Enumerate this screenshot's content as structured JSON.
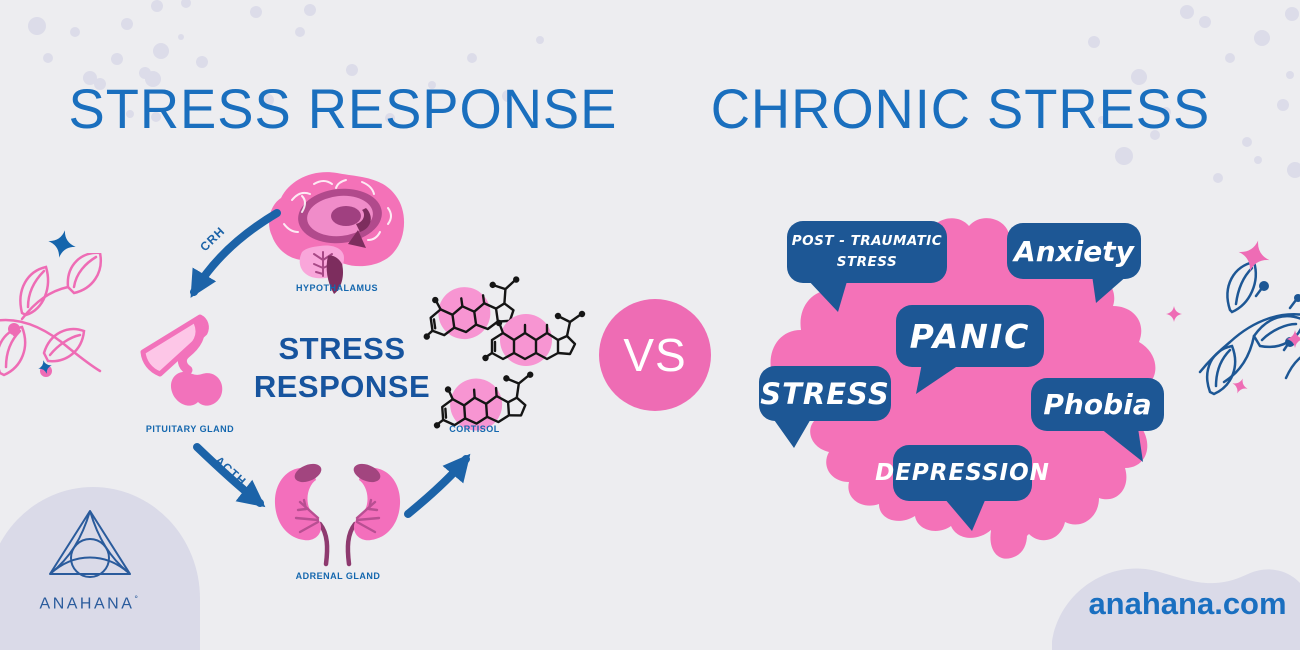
{
  "titles": {
    "left": "STRESS RESPONSE",
    "right": "CHRONIC STRESS"
  },
  "vs_badge": {
    "label": "VS"
  },
  "stress_response_diagram": {
    "center_title": {
      "line1": "STRESS",
      "line2": "RESPONSE"
    },
    "labels": {
      "hypothalamus": "HYPOTHALAMUS",
      "pituitary": "PITUITARY GLAND",
      "adrenal": "ADRENAL GLAND",
      "cortisol": "CORTISOL",
      "crh": "CRH",
      "acth": "ACTH"
    }
  },
  "chronic_stress": {
    "bubbles": [
      {
        "id": "post-traumatic-stress",
        "line1": "POST - TRAUMATIC",
        "line2": "STRESS"
      },
      {
        "id": "anxiety",
        "label": "Anxiety"
      },
      {
        "id": "panic",
        "label": "PANIC"
      },
      {
        "id": "stress",
        "label": "STRESS"
      },
      {
        "id": "phobia",
        "label": "Phobia"
      },
      {
        "id": "depression",
        "label": "DEPRESSION"
      }
    ]
  },
  "footer": {
    "brand_name": "ANAHANA",
    "brand_mark": "°",
    "website": "anahana.com"
  },
  "colors": {
    "background": "#ededf0",
    "title_blue": "#1a6fbe",
    "deep_blue": "#17549e",
    "bubble_blue": "#1d5795",
    "arrow_blue": "#1c63a8",
    "brain_pink": "#f472b8",
    "vs_pink": "#ee6cb4",
    "organ_pink": "#f36fbc",
    "lavender": "#dcdce9"
  }
}
